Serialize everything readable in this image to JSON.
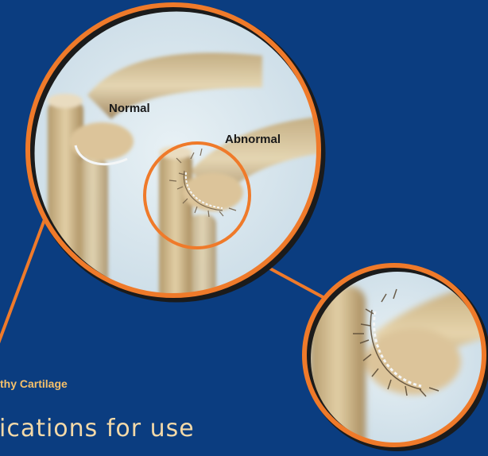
{
  "labels": {
    "normal": "Normal",
    "abnormal": "Abnormal"
  },
  "caption": "thy Cartilage",
  "footer_title": "ications for use",
  "colors": {
    "background": "#0b3d80",
    "ring": "#ef7a2a",
    "lens_fill": "#dce9f0",
    "bone": "#d9c49a",
    "caption_text": "#f5c06a",
    "footer_text": "#f3d9a8"
  }
}
